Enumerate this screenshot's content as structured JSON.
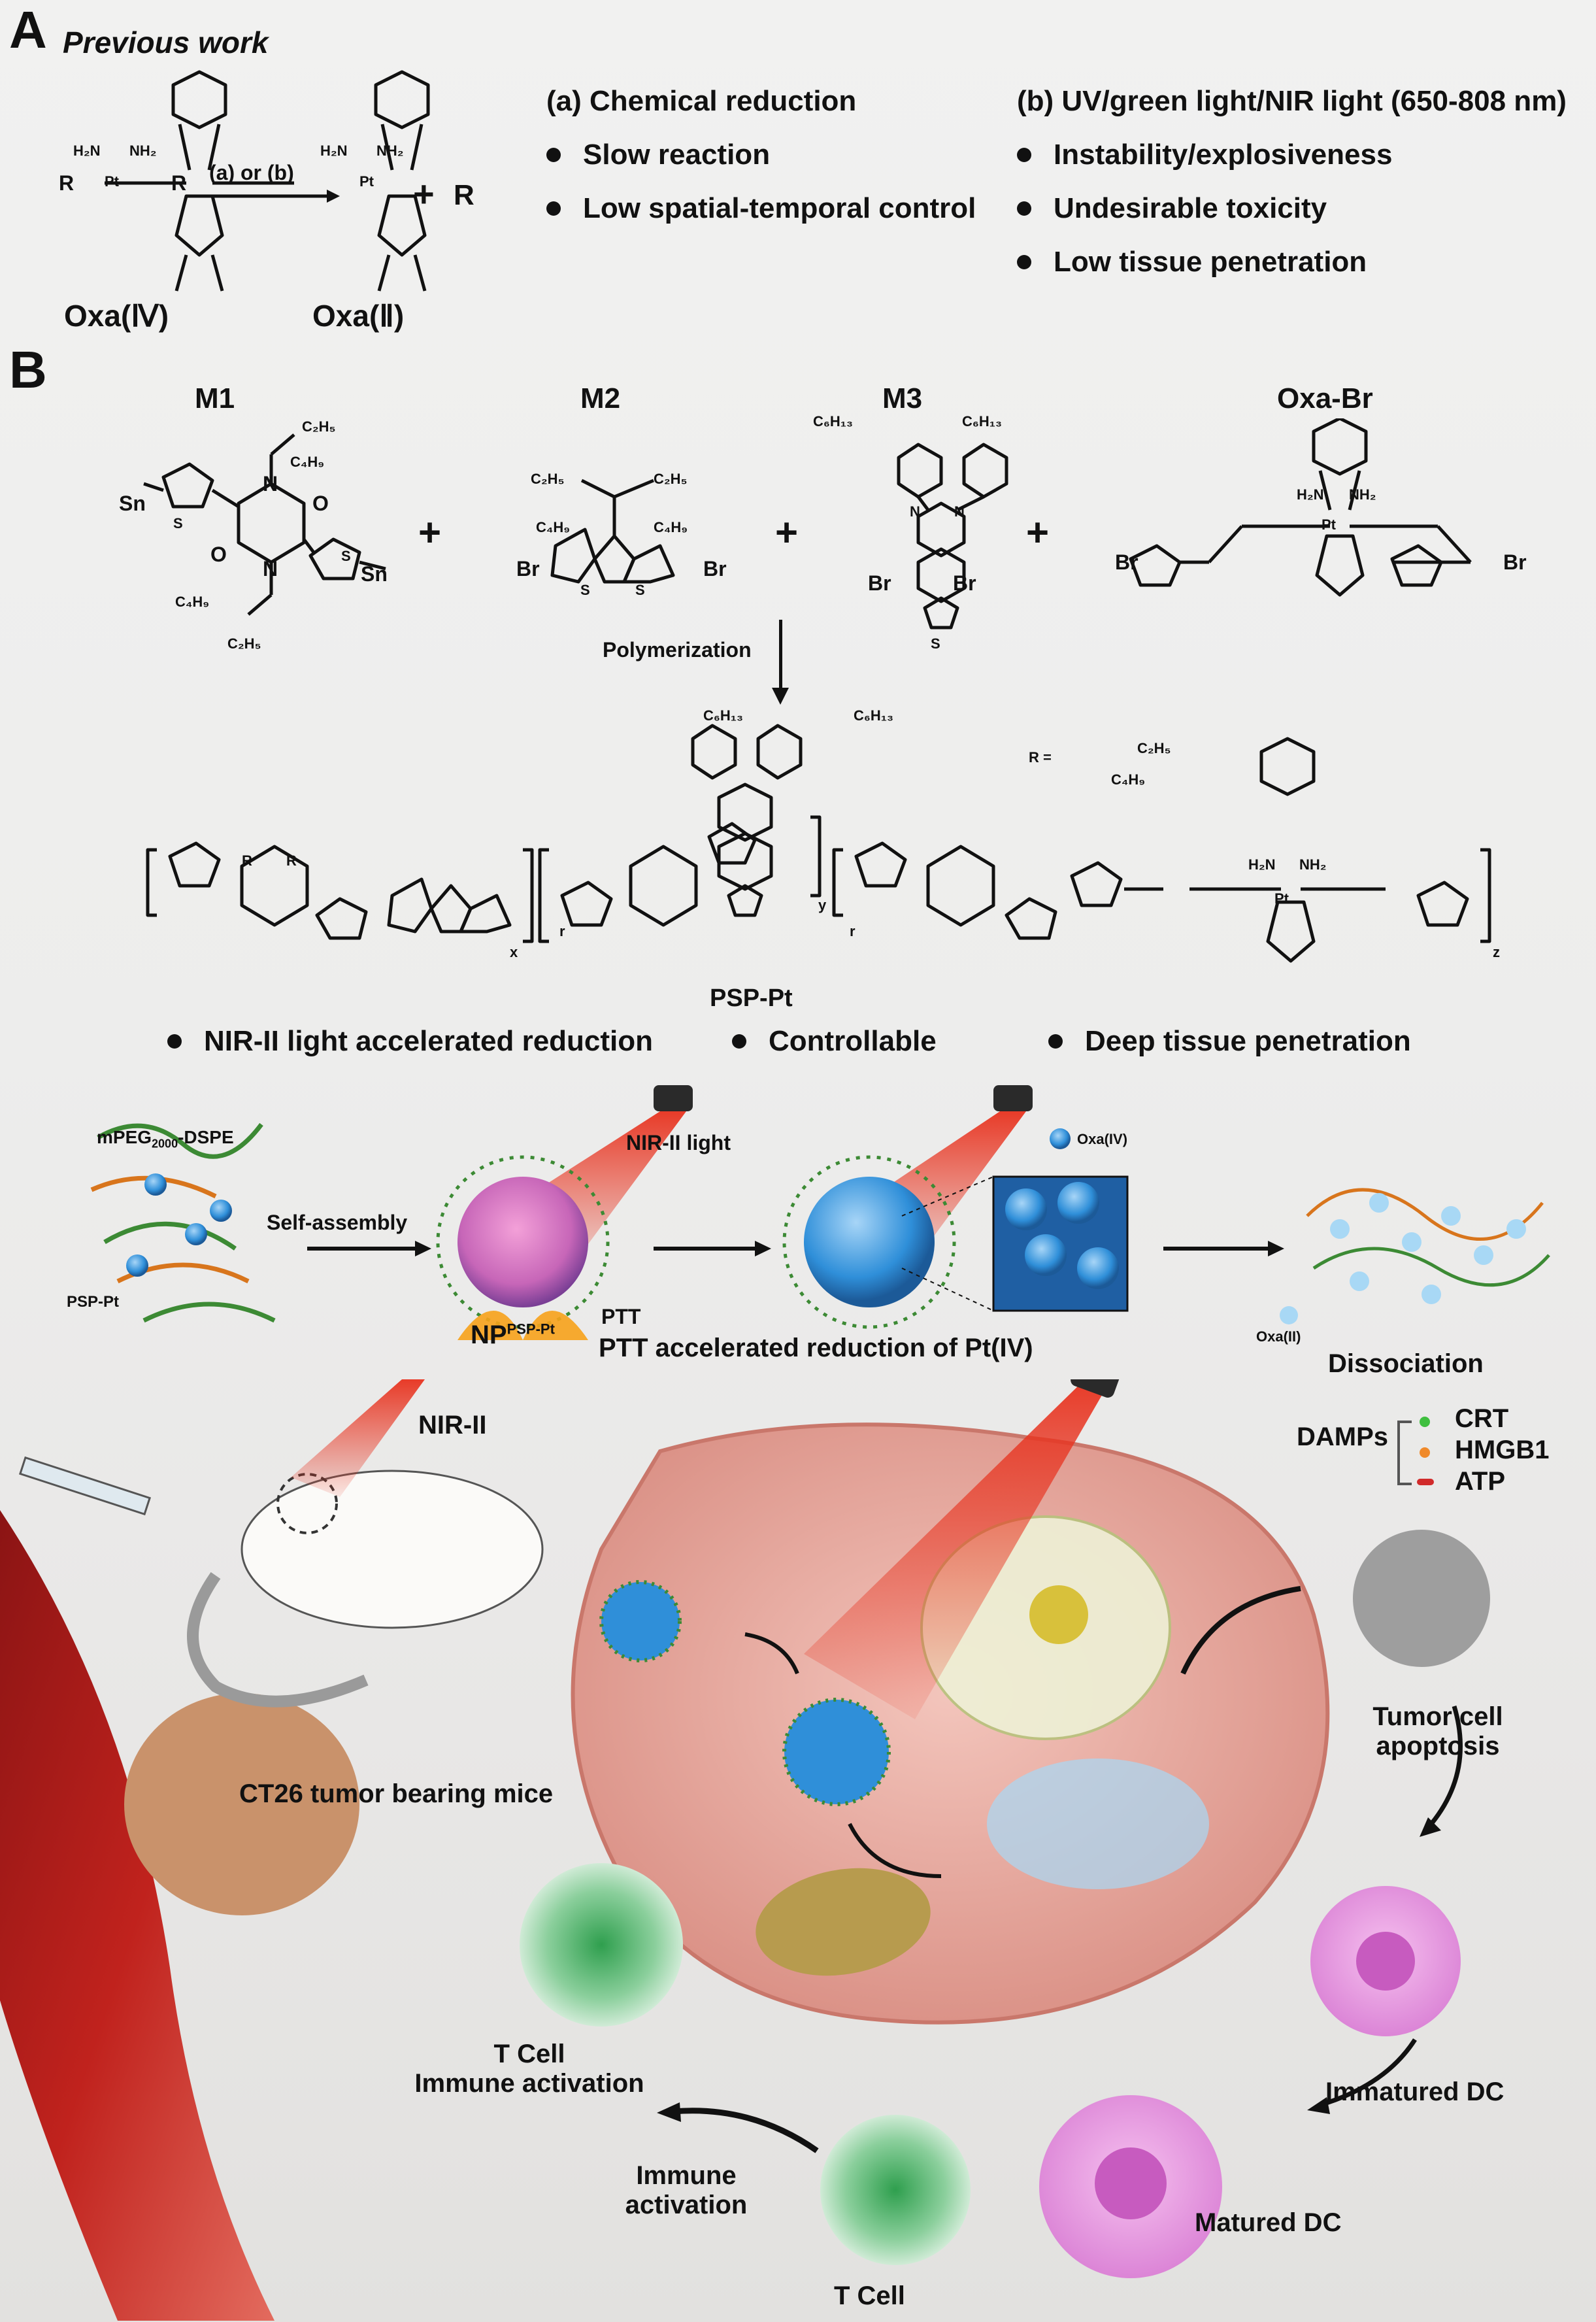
{
  "panel_a": {
    "letter": "A",
    "subtitle": "Previous work",
    "reaction_arrow_label": "(a) or (b)",
    "left_label": "Oxa(Ⅳ)",
    "right_label": "Oxa(Ⅱ)",
    "plus_product": "+",
    "product_r": "R",
    "atoms": {
      "h2n": "H₂N",
      "nh2": "NH₂",
      "pt": "Pt",
      "r": "R"
    },
    "method_a": {
      "heading": "(a) Chemical reduction",
      "points": [
        "Slow reaction",
        "Low spatial-temporal control"
      ]
    },
    "method_b": {
      "heading": "(b) UV/green light/NIR light (650-808 nm)",
      "points": [
        "Instability/explosiveness",
        "Undesirable toxicity",
        "Low tissue penetration"
      ]
    }
  },
  "panel_b": {
    "letter": "B",
    "monomers": [
      {
        "name": "M1"
      },
      {
        "name": "M2"
      },
      {
        "name": "M3"
      },
      {
        "name": "Oxa-Br"
      }
    ],
    "plus_sign": "+",
    "atoms": {
      "sn": "Sn",
      "br": "Br",
      "s": "S",
      "n": "N",
      "o": "O",
      "r": "R",
      "c2h5": "C₂H₅",
      "c4h9": "C₄H₉",
      "c6h13": "C₆H₁₃",
      "h2n": "H₂N",
      "nh2": "NH₂",
      "pt": "Pt"
    },
    "polymerization_label": "Polymerization",
    "r_definition": "R =",
    "subscripts": {
      "x": "x",
      "r": "r",
      "y": "y",
      "z": "z"
    },
    "polymer_name": "PSP-Pt",
    "features": [
      "NIR-II light accelerated reduction",
      "Controllable",
      "Deep tissue penetration"
    ]
  },
  "assembly": {
    "mpeg_label": "mPEG",
    "mpeg_sub": "2000",
    "mpeg_suffix": "-DSPE",
    "psp_label": "PSP-Pt",
    "self_assembly": "Self-assembly",
    "nir_light": "NIR-II light",
    "ptt": "PTT",
    "np_label": "NP",
    "np_sup": "PSP-Pt",
    "oxa4_legend": "Oxa(IV)",
    "ptt_reduction": "PTT accelerated reduction of Pt(IV)",
    "oxa2_legend": "Oxa(II)",
    "dissociation": "Dissociation"
  },
  "bio": {
    "nir_ii": "NIR-II",
    "mice": "CT26 tumor bearing mice",
    "damps": "DAMPs",
    "damp_items": [
      "CRT",
      "HMGB1",
      "ATP"
    ],
    "apoptosis": [
      "Tumor cell",
      "apoptosis"
    ],
    "immatured_dc": "Immatured DC",
    "matured_dc": "Matured DC",
    "t_cell": "T Cell",
    "t_cell_activation": [
      "T Cell",
      "Immune activation"
    ],
    "immune_activation": [
      "Immune",
      "activation"
    ]
  },
  "colors": {
    "ring_fill": "#e8837a",
    "ring_fill_pink": "#f0a8d8",
    "ring_fill_teal": "#6fb7ae",
    "ring_fill_orange": "#f2b38c",
    "laser": "#e8321e",
    "cell": "#e9b0a5",
    "blood": "#c0221d",
    "dc": "#d97fd4",
    "tcell": "#8bcf9c",
    "np_blue": "#2f8fd9",
    "polymer_orange": "#d8751c",
    "peg_green": "#3c8a34"
  }
}
